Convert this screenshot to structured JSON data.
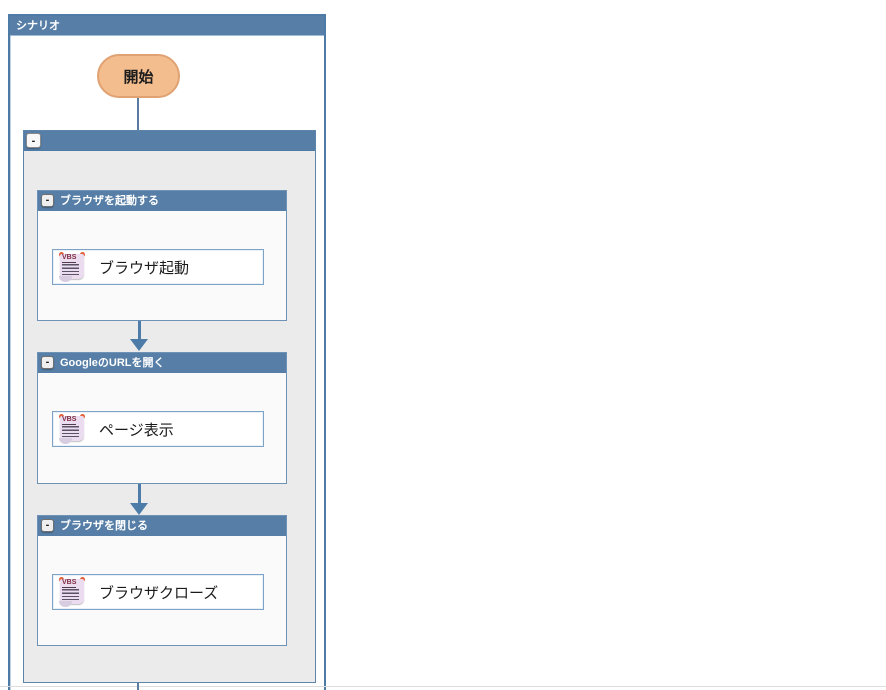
{
  "panel": {
    "title": "シナリオ"
  },
  "flow": {
    "start": {
      "label": "開始"
    },
    "outer_group": {
      "collapse_button": "-"
    },
    "groups": [
      {
        "collapse_button": "-",
        "title": "ブラウザを起動する",
        "node": {
          "icon": "vbs-script-icon",
          "icon_label": "VBS",
          "label": "ブラウザ起動"
        }
      },
      {
        "collapse_button": "-",
        "title": "GoogleのURLを開く",
        "node": {
          "icon": "vbs-script-icon",
          "icon_label": "VBS",
          "label": "ページ表示"
        }
      },
      {
        "collapse_button": "-",
        "title": "ブラウザを閉じる",
        "node": {
          "icon": "vbs-script-icon",
          "icon_label": "VBS",
          "label": "ブラウザクローズ"
        }
      }
    ]
  },
  "colors": {
    "header_blue": "#567ea6",
    "panel_border_blue": "#4d7ba6",
    "outer_group_bg": "#ebebeb",
    "inner_group_bg": "#fafafa",
    "arrow_blue": "#4e7ca8",
    "start_fill": "#f4bd8e",
    "start_border": "#e0a273",
    "node_border": "#7fa3c7",
    "vbs_icon_body": "#ebdcef",
    "vbs_icon_text": "#7d2b3e",
    "vbs_icon_dots": "#e2603a"
  }
}
